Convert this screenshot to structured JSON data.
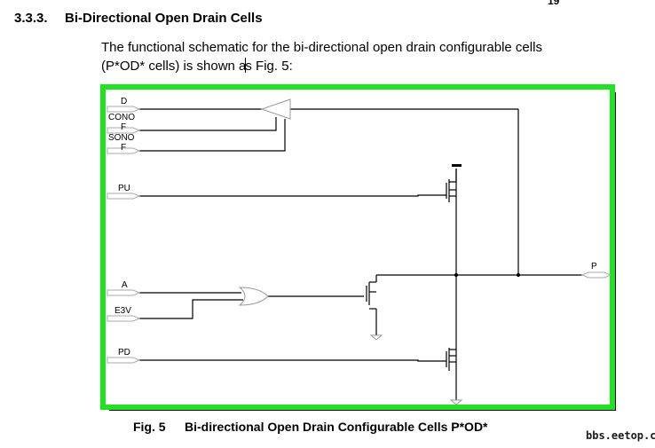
{
  "page_number": "19",
  "section": {
    "number": "3.3.3.",
    "title": "Bi-Directional Open Drain Cells"
  },
  "paragraph": {
    "line1": "The functional schematic for the bi-directional open drain configurable cells",
    "line2_before_caret": "(P*OD* cells) is shown a",
    "line2_after_caret": "s Fig. 5:"
  },
  "figure": {
    "number": "Fig. 5",
    "caption": "Bi-directional Open Drain Configurable Cells P*OD*",
    "border_color": "#22e022",
    "pins": {
      "D": "D",
      "CONOF_1": "CONO",
      "CONOF_2": "F",
      "SONOF_1": "SONO",
      "SONOF_2": "F",
      "PU": "PU",
      "A": "A",
      "E3V": "E3V",
      "PD": "PD",
      "P": "P"
    }
  },
  "watermark": "bbs.eetop.cn"
}
